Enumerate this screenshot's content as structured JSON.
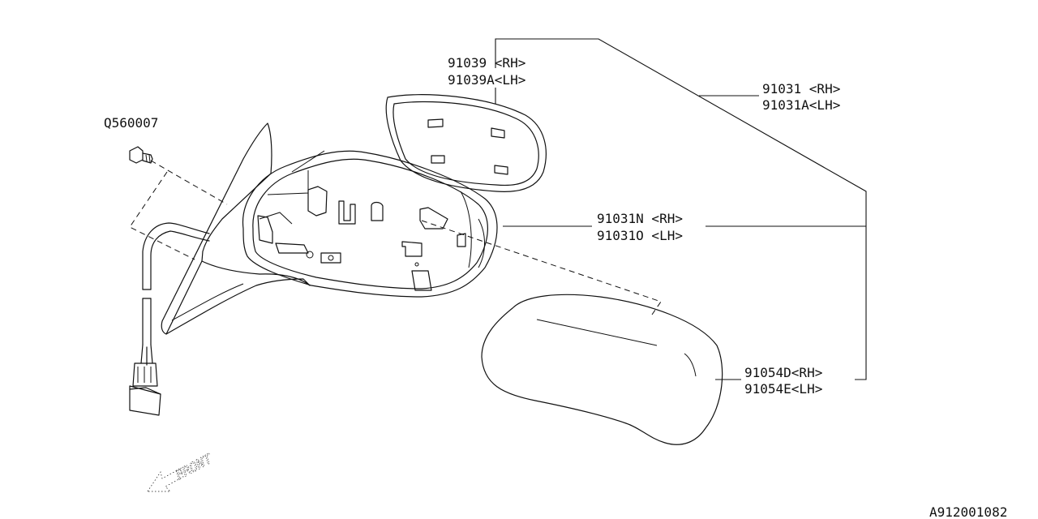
{
  "labels": {
    "screw": "Q560007",
    "glass_rh": "91039 <RH>",
    "glass_lh": "91039A<LH>",
    "assy_rh": "91031 <RH>",
    "assy_lh": "91031A<LH>",
    "body_rh": "91031N <RH>",
    "body_lh": "91031O <LH>",
    "cover_rh": "91054D<RH>",
    "cover_lh": "91054E<LH>",
    "front": "FRONT",
    "ref_code": "A912001082"
  }
}
